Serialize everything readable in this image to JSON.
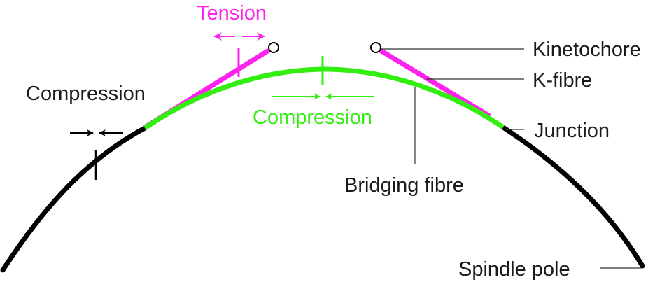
{
  "colors": {
    "bridging": "#33ee11",
    "kfibre": "#ff22ee",
    "spindle": "#000000",
    "leader": "#333333",
    "background": "#ffffff"
  },
  "labels": {
    "tension": "Tension",
    "compression_left": "Compression",
    "compression_center": "Compression",
    "kinetochore": "Kinetochore",
    "kfibre": "K-fibre",
    "junction": "Junction",
    "bridging_fibre": "Bridging fibre",
    "spindle_pole": "Spindle pole"
  },
  "icons": {
    "tension_arrows": "double-headed-outward-arrows",
    "compression_arrows": "inward-pointing-arrows",
    "kinetochore_marker": "open-circle"
  }
}
